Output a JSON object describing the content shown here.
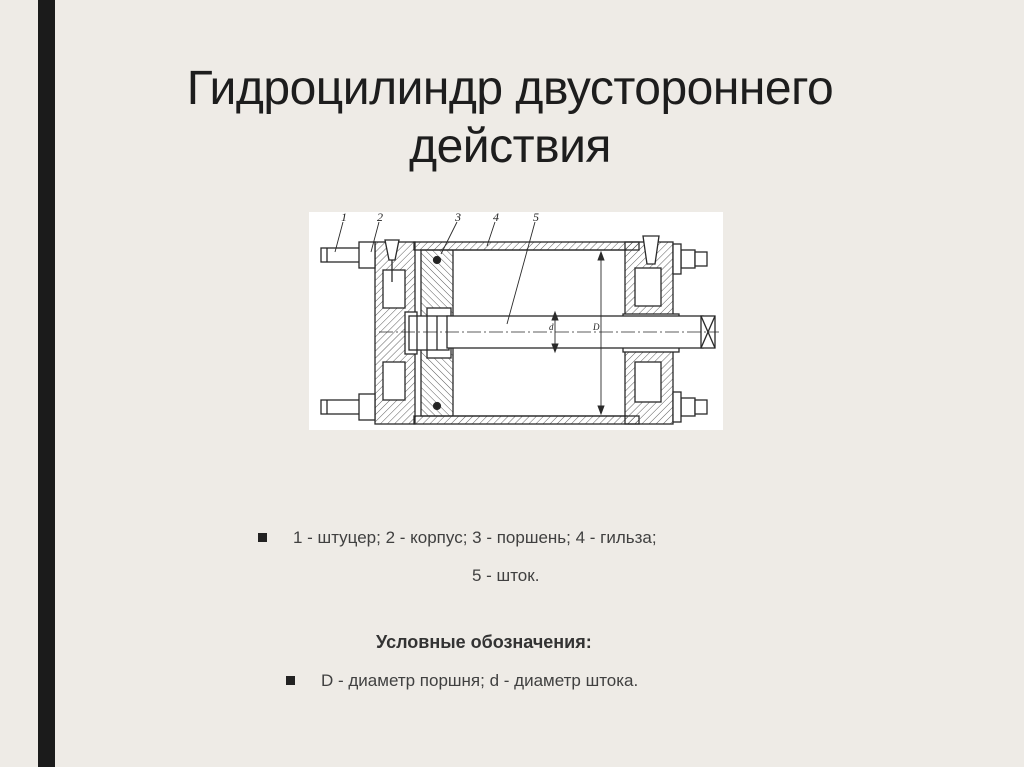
{
  "slide": {
    "title_line1": "Гидроцилиндр двустороннего",
    "title_line2": "действия"
  },
  "diagram": {
    "callouts": [
      "1",
      "2",
      "3",
      "4",
      "5"
    ],
    "dim_D": "D",
    "dim_d": "d"
  },
  "legend": {
    "parts_line1": "1 - штуцер; 2 - корпус; 3 - поршень; 4 - гильза;",
    "parts_line2": "5 - шток.",
    "notation_heading": "Условные обозначения:",
    "notation_text": "D - диаметр поршня; d - диаметр штока."
  },
  "colors": {
    "background": "#eeebe6",
    "accent_bar": "#1b1b1b",
    "drawing": "#2a2a2a"
  }
}
